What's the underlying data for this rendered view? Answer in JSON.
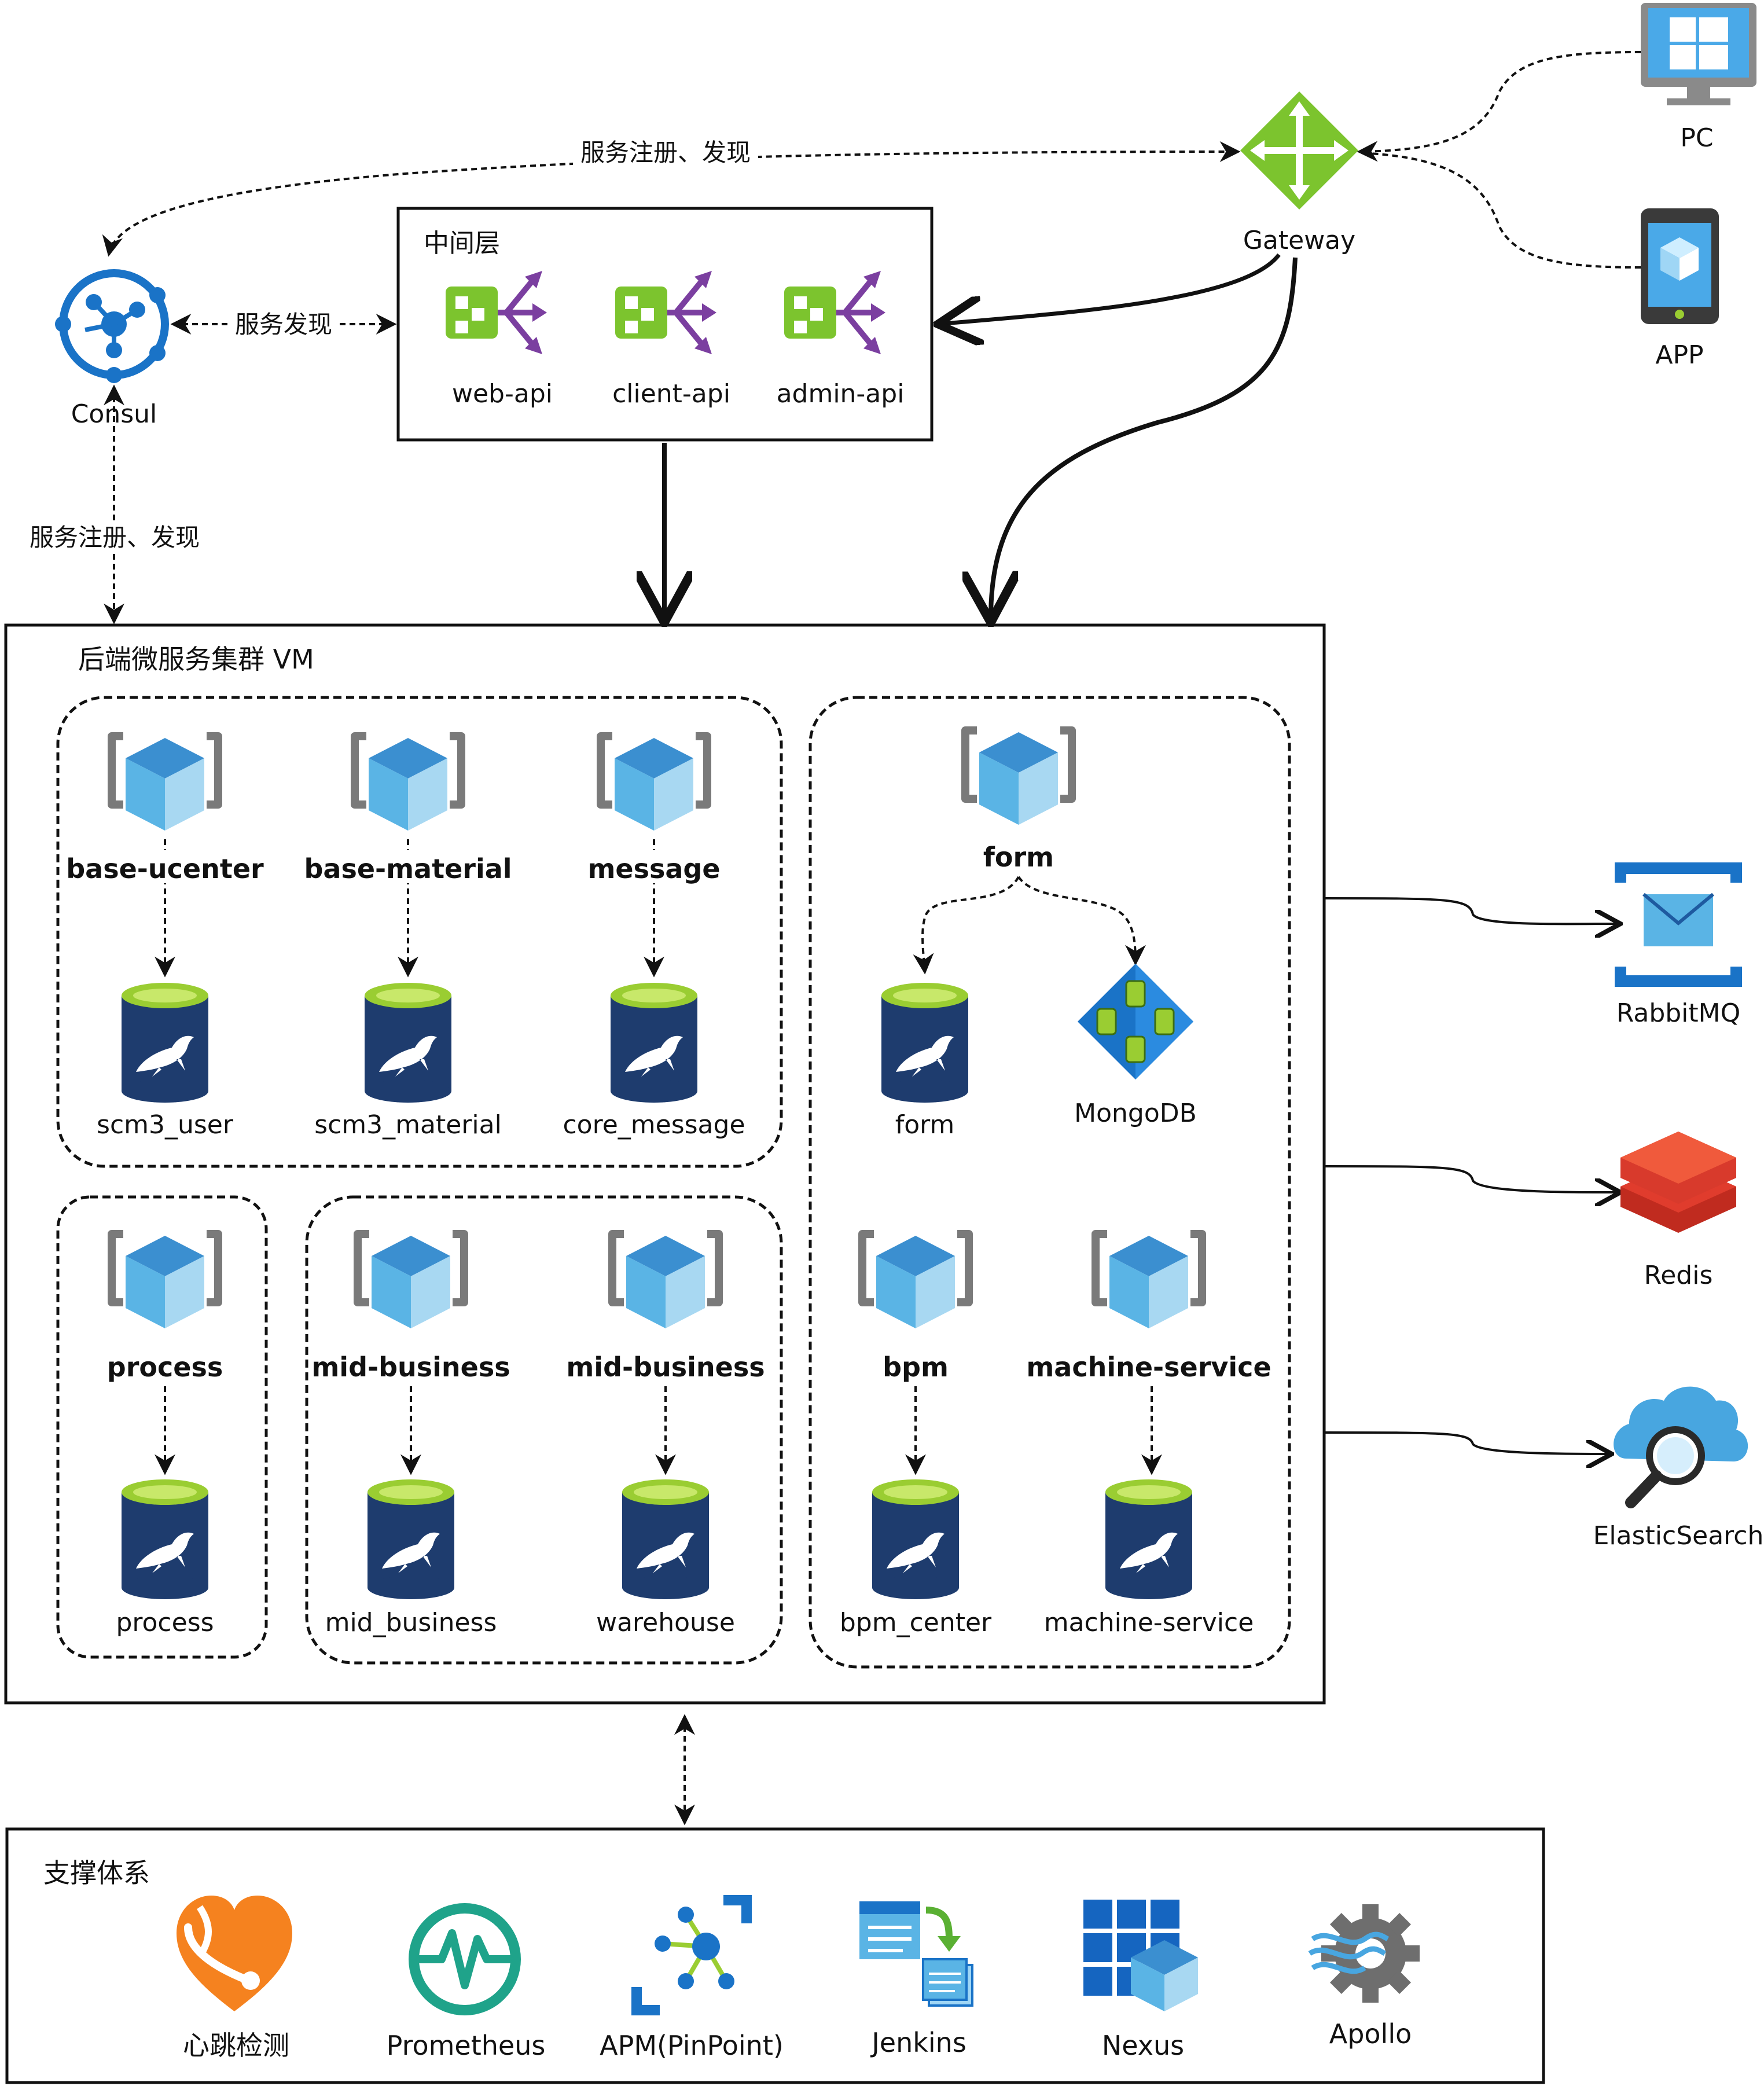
{
  "edges": {
    "register_top": "服务注册、发现",
    "discover": "服务发现",
    "register_left": "服务注册、发现"
  },
  "clients": {
    "pc": "PC",
    "app": "APP",
    "gateway": "Gateway",
    "consul": "Consul"
  },
  "middle": {
    "title": "中间层",
    "apis": [
      "web-api",
      "client-api",
      "admin-api"
    ]
  },
  "cluster": {
    "title": "后端微服务集群 VM",
    "services": {
      "base_ucenter": "base-ucenter",
      "base_material": "base-material",
      "message": "message",
      "form": "form",
      "process": "process",
      "mid_business_1": "mid-business",
      "mid_business_2": "mid-business",
      "bpm": "bpm",
      "machine_service": "machine-service"
    },
    "databases": {
      "scm3_user": "scm3_user",
      "scm3_material": "scm3_material",
      "core_message": "core_message",
      "form": "form",
      "mongodb": "MongoDB",
      "process": "process",
      "mid_business": "mid_business",
      "warehouse": "warehouse",
      "bpm_center": "bpm_center",
      "machine_service": "machine-service"
    }
  },
  "external": {
    "rabbitmq": "RabbitMQ",
    "redis": "Redis",
    "elasticsearch": "ElasticSearch"
  },
  "support": {
    "title": "支撑体系",
    "tools": [
      "心跳检测",
      "Prometheus",
      "APM(PinPoint)",
      "Jenkins",
      "Nexus",
      "Apollo"
    ]
  },
  "colors": {
    "service_cube_top": "#3b8fd0",
    "service_cube_side": "#5ab4e5",
    "bracket_gray": "#7a7a7a",
    "db_body": "#1e3c6e",
    "db_top": "#9acd32",
    "api_green": "#7cc42e",
    "api_purple": "#7b3fa0",
    "gateway_green": "#7cc42e",
    "consul_blue": "#1a73c7",
    "rabbitmq_blue": "#1a73c7",
    "redis_red": "#e03c2d",
    "es_blue": "#48a6e0",
    "heart_orange": "#f5821f",
    "prometheus_teal": "#1fa38a",
    "jenkins_blue": "#1a73c7",
    "nexus_blue": "#1565c0",
    "apollo_gray": "#6e6e6e"
  }
}
